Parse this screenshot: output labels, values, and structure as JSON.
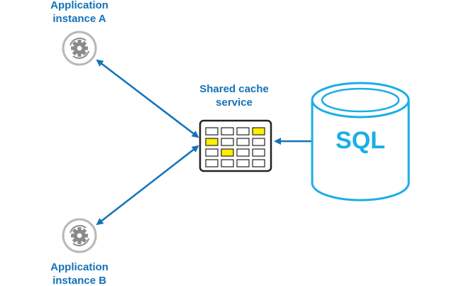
{
  "nodes": {
    "app_a": {
      "line1": "Application",
      "line2": "instance A",
      "icon": "gear-cycle-icon"
    },
    "app_b": {
      "line1": "Application",
      "line2": "instance B",
      "icon": "gear-cycle-icon"
    },
    "cache": {
      "line1": "Shared cache",
      "line2": "service"
    },
    "database": {
      "label": "SQL"
    }
  },
  "cache_grid": {
    "rows": 4,
    "cols": 4,
    "highlighted": [
      [
        0,
        3
      ],
      [
        1,
        0
      ],
      [
        2,
        1
      ]
    ],
    "highlight_color": "#ffee00"
  },
  "colors": {
    "text": "#1372b8",
    "arrow": "#1372b8",
    "sql": "#1aaee6",
    "icon": "#8a8a8a"
  },
  "edges": [
    {
      "from": "app_a",
      "to": "cache",
      "direction": "both"
    },
    {
      "from": "app_b",
      "to": "cache",
      "direction": "both"
    },
    {
      "from": "database",
      "to": "cache",
      "direction": "to"
    }
  ]
}
